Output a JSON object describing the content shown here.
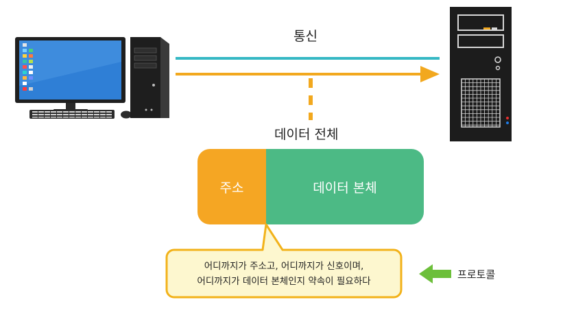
{
  "communication_label": "통신",
  "data_whole_label": "데이터 전체",
  "packet": {
    "address_label": "주소",
    "body_label": "데이터 본체"
  },
  "callout": {
    "line1": "어디까지가 주소고, 어디까지가 신호이며,",
    "line2": "어디까지가 데이터 본체인지 약속이 필요하다"
  },
  "protocol_label": "프로토콜",
  "colors": {
    "communication_line": "#35b8c4",
    "data_arrow": "#f2a81e",
    "address_block": "#f5a623",
    "body_block": "#4cba85",
    "callout_fill": "#fdf7cf",
    "callout_border": "#f2b21a",
    "protocol_arrow": "#6cbf3a",
    "server_case": "#1c1c1c",
    "monitor_screen": "#2f7fd6"
  }
}
